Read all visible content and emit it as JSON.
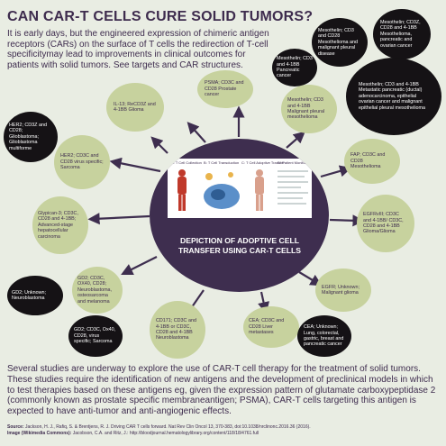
{
  "title": "CAN CAR-T CELLS CURE SOLID TUMORS?",
  "intro": "It is early days, but the engineered expression of chimeric antigen receptors (CARs) on the surface of T cells  the redirection of T-cell specificitymay lead to improvements in clinical outcomes for patients with solid tumors. See targets and CAR structures.",
  "center": {
    "caption": "DEPICTION OF ADOPTIVE CELL TRANSFER USING CAR-T CELLS",
    "panel_labels": [
      "A: T Cell Collection",
      "B: T Cell Transduction",
      "C: T Cell Adoptive Transfer",
      "D: Patient Monitoring"
    ]
  },
  "targets": [
    {
      "text": "PSMA; CD3C and CD28 Prostate cancer"
    },
    {
      "text": "IL-13; ReCD3Z and 4-1BB Glioma"
    },
    {
      "text": "HER2; CD3Z and CD28; Glioblastoma; Glioblastoma multiforme"
    },
    {
      "text": "HER2; CD3C and CD28 virus specific; Sarcoma"
    },
    {
      "text": "Glypican-3; CD3C, CD28 and 4-1BB; Advanced-stage hepatocellular carcinoma"
    },
    {
      "text": "GD2; CD3C, OX40, CD28; Neuroblastoma, osteosarcoma and melanoma"
    },
    {
      "text": "GD2; Unknown; Neuroblastoma"
    },
    {
      "text": "GD2; CD3C, Ox40, CD28, virus specific; Sarcoma"
    },
    {
      "text": "CD171; CD3C and 4-1BB or CD3C, CD28 and 4-1BB Neuroblastoma"
    },
    {
      "text": "CEA; CD3C and CD28 Liver metastases"
    },
    {
      "text": "CEA; Unknown; Lung, colorectal, gastric, breast and pancreatic  cancer"
    },
    {
      "text": "EGFR; Unknown; Malignant glioma"
    },
    {
      "text": "EGFRvIII; CD3C and 4-1BB/ CD3C, CD28 and 4-1BB Glioma/Glioma"
    },
    {
      "text": "FAP; CD3C and CD28 Mesothelioma"
    },
    {
      "text": "Mesothelin; CD3 and 4-1BB Malignant pleural mesothelioma"
    },
    {
      "text": "Mesothelin; CD3 and 4-1BB Pancreatic cancer"
    },
    {
      "text": "Mesothelin; CD3 and CD28 Mesothelioma and malignant pleural disease"
    },
    {
      "text": "Mesothelin; CD3Z, CD28 and 4-1BB Mesothelioma, pancreatic and ovarian cancer"
    },
    {
      "text": "Mesothelin; CD3 and 4-1BB Metastatic pancreatic (ductal) adenocarcinoma, epithelial ovarian cancer and malignant epithelial pleural mesothelioma"
    }
  ],
  "outro": "Several studies are underway to explore the use of CAR-T cell therapy for the treatment of solid tumors. These studies require the identification of new antigens and the development of preclinical models in which to test therapies based on these antigens eg, given the expression pattern of glutamate carboxypeptidase 2 (commonly known as prostate specific membraneantigen; PSMA), CAR-T cells targeting this antigen is expected to have anti-tumor and anti-angiogenic effects.",
  "source_label": "Source:",
  "source": "Jackson, H. J., Rafiq, S. & Brentjens, R. J. Driving CAR T cells forward. Nat Rev Clin Oncol 13, 370-383, doi:10.1038/nrclinonc.2016.36 (2016).",
  "image_label": "Image (Wikimedia Commons):",
  "image_credit": "Jacobson, C.A. and Ritz, J.: http://bloodjournal.hematologylibrary.org/content/118/18/4761.full"
}
